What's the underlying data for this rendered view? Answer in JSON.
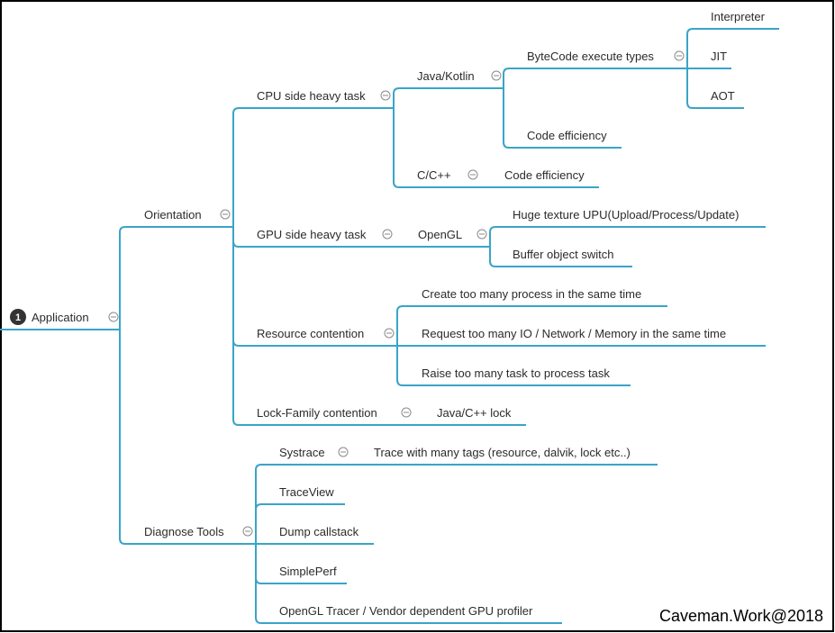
{
  "diagram": {
    "nodes": [
      {
        "id": "application",
        "label": "Application",
        "badge": "1",
        "collapse": true
      },
      {
        "id": "orientation",
        "label": "Orientation",
        "collapse": true
      },
      {
        "id": "diagnose-tools",
        "label": "Diagnose Tools",
        "collapse": true
      },
      {
        "id": "cpu-side",
        "label": "CPU side heavy task",
        "collapse": true
      },
      {
        "id": "gpu-side",
        "label": "GPU side heavy task",
        "collapse": true
      },
      {
        "id": "resource-contention",
        "label": "Resource contention",
        "collapse": true
      },
      {
        "id": "lock-family",
        "label": "Lock-Family contention",
        "collapse": true
      },
      {
        "id": "java-kotlin",
        "label": "Java/Kotlin",
        "collapse": true
      },
      {
        "id": "c-cpp",
        "label": "C/C++",
        "collapse": true
      },
      {
        "id": "bytecode-types",
        "label": "ByteCode execute types",
        "collapse": true
      },
      {
        "id": "code-efficiency-java",
        "label": "Code efficiency"
      },
      {
        "id": "interpreter",
        "label": "Interpreter"
      },
      {
        "id": "jit",
        "label": "JIT"
      },
      {
        "id": "aot",
        "label": "AOT"
      },
      {
        "id": "code-efficiency-c",
        "label": "Code efficiency"
      },
      {
        "id": "opengl",
        "label": "OpenGL",
        "collapse": true
      },
      {
        "id": "huge-texture",
        "label": "Huge texture UPU(Upload/Process/Update)"
      },
      {
        "id": "buffer-object",
        "label": "Buffer object switch"
      },
      {
        "id": "too-many-process",
        "label": "Create too many process in the same time"
      },
      {
        "id": "too-many-io",
        "label": "Request too many IO / Network / Memory in the same time"
      },
      {
        "id": "too-many-task",
        "label": "Raise too many task to process task"
      },
      {
        "id": "java-c-lock",
        "label": "Java/C++ lock"
      },
      {
        "id": "systrace",
        "label": "Systrace",
        "collapse": true
      },
      {
        "id": "trace-tags",
        "label": "Trace with many tags (resource, dalvik, lock etc..)"
      },
      {
        "id": "traceview",
        "label": "TraceView"
      },
      {
        "id": "dump-callstack",
        "label": "Dump callstack"
      },
      {
        "id": "simpleperf",
        "label": "SimplePerf"
      },
      {
        "id": "opengl-tracer",
        "label": "OpenGL Tracer / Vendor dependent GPU profiler"
      }
    ],
    "edges": [
      [
        "application",
        "orientation"
      ],
      [
        "application",
        "diagnose-tools"
      ],
      [
        "orientation",
        "cpu-side"
      ],
      [
        "orientation",
        "gpu-side"
      ],
      [
        "orientation",
        "resource-contention"
      ],
      [
        "orientation",
        "lock-family"
      ],
      [
        "cpu-side",
        "java-kotlin"
      ],
      [
        "cpu-side",
        "c-cpp"
      ],
      [
        "java-kotlin",
        "bytecode-types"
      ],
      [
        "java-kotlin",
        "code-efficiency-java"
      ],
      [
        "bytecode-types",
        "interpreter"
      ],
      [
        "bytecode-types",
        "jit"
      ],
      [
        "bytecode-types",
        "aot"
      ],
      [
        "c-cpp",
        "code-efficiency-c"
      ],
      [
        "gpu-side",
        "opengl"
      ],
      [
        "opengl",
        "huge-texture"
      ],
      [
        "opengl",
        "buffer-object"
      ],
      [
        "resource-contention",
        "too-many-process"
      ],
      [
        "resource-contention",
        "too-many-io"
      ],
      [
        "resource-contention",
        "too-many-task"
      ],
      [
        "lock-family",
        "java-c-lock"
      ],
      [
        "diagnose-tools",
        "systrace"
      ],
      [
        "diagnose-tools",
        "traceview"
      ],
      [
        "diagnose-tools",
        "dump-callstack"
      ],
      [
        "diagnose-tools",
        "simpleperf"
      ],
      [
        "diagnose-tools",
        "opengl-tracer"
      ],
      [
        "systrace",
        "trace-tags"
      ]
    ]
  },
  "watermark": "Caveman.Work@2018",
  "colors": {
    "branch": "#3aa4c8",
    "text": "#2b2b2b",
    "badge": "#333333"
  }
}
